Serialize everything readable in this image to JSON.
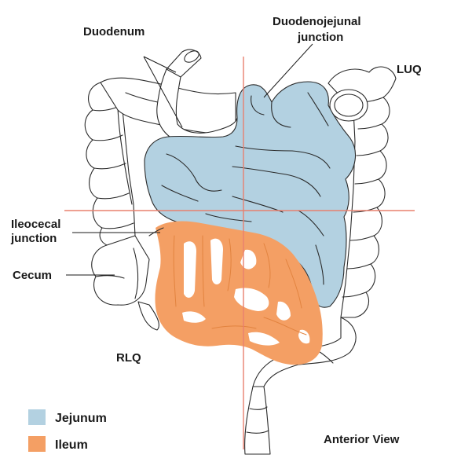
{
  "labels": {
    "duodenum": "Duodenum",
    "dj_junction_line1": "Duodenojejunal",
    "dj_junction_line2": "junction",
    "luq": "LUQ",
    "ileocecal_line1": "Ileocecal",
    "ileocecal_line2": "junction",
    "cecum": "Cecum",
    "rlq": "RLQ",
    "view": "Anterior View"
  },
  "legend": [
    {
      "label": "Jejunum",
      "color": "#b3d1e1"
    },
    {
      "label": "Ileum",
      "color": "#f49f64"
    }
  ],
  "colors": {
    "jejunum": "#b3d1e1",
    "ileum": "#f49f64",
    "quadrant_line": "#e8806f",
    "outline": "#2a2a2a"
  }
}
